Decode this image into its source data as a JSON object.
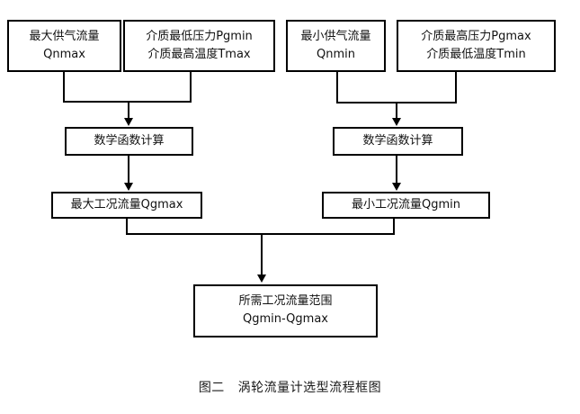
{
  "figure": {
    "caption": "图二   涡轮流量计选型流程框图",
    "background_color": "#ffffff",
    "line_color": "#000000",
    "text_color": "#111111"
  },
  "nodes": {
    "max_supply_flow": {
      "line1": "最大供气流量",
      "line2": "Qnmax"
    },
    "min_pressure_max_temp": {
      "line1": "介质最低压力Pgmin",
      "line2": "介质最高温度Tmax"
    },
    "min_supply_flow": {
      "line1": "最小供气流量",
      "line2": "Qnmin"
    },
    "max_pressure_min_temp": {
      "line1": "介质最高压力Pgmax",
      "line2": "介质最低温度Tmin"
    },
    "math_calc_left": {
      "line1": "数学函数计算"
    },
    "math_calc_right": {
      "line1": "数学函数计算"
    },
    "max_working_flow": {
      "line1": "最大工况流量Qgmax"
    },
    "min_working_flow": {
      "line1": "最小工况流量Qgmin"
    },
    "required_flow_range": {
      "line1": "所需工况流量范围",
      "line2": "Qgmin-Qgmax"
    }
  }
}
